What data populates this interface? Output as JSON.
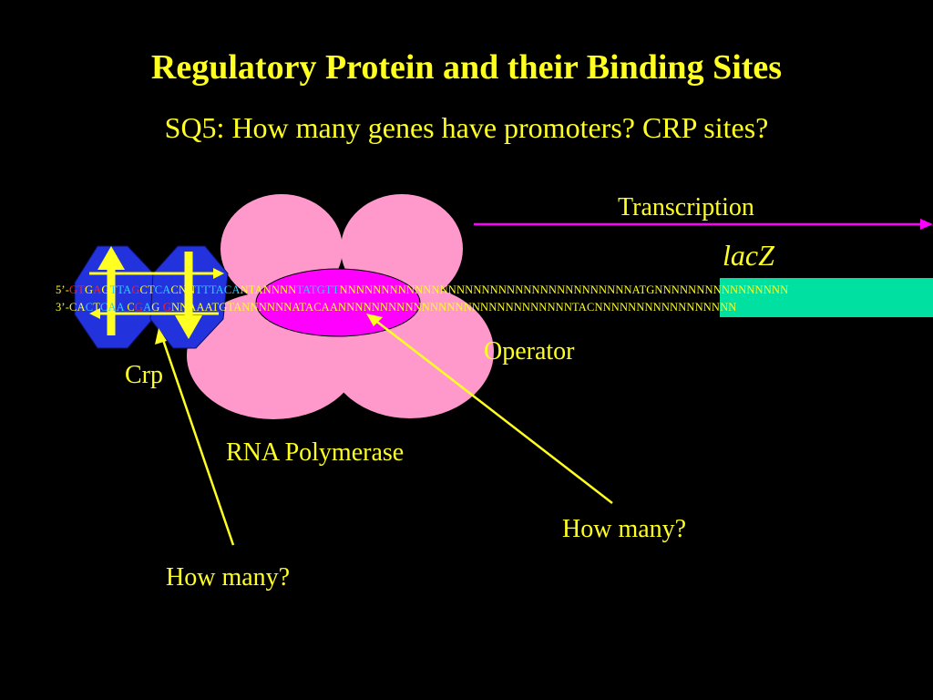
{
  "slide": {
    "title": "Regulatory Protein and their Binding Sites",
    "subtitle": "SQ5: How many genes have promoters? CRP sites?"
  },
  "labels": {
    "transcription": "Transcription",
    "gene": "lacZ",
    "operator": "Operator",
    "crp": "Crp",
    "rna_polymerase": "RNA Polymerase",
    "how_many_right": "How many?",
    "how_many_left": "How many?"
  },
  "dna": {
    "top_strand": [
      {
        "t": "5’-",
        "c": "#ffff22"
      },
      {
        "t": "GT",
        "c": "#ff2020"
      },
      {
        "t": "G",
        "c": "#ffff22"
      },
      {
        "t": "A",
        "c": "#ff2020"
      },
      {
        "t": "G",
        "c": "#ffff22"
      },
      {
        "t": "TTA",
        "c": "#33ccff"
      },
      {
        "t": "G",
        "c": "#ff2020"
      },
      {
        "t": "CT",
        "c": "#ffff22"
      },
      {
        "t": "CA",
        "c": "#33ccff"
      },
      {
        "t": "CNN",
        "c": "#ffff22"
      },
      {
        "t": "TTTACA",
        "c": "#33ccff"
      },
      {
        "t": "NTANNNN",
        "c": "#ffff22"
      },
      {
        "t": "TATGTT",
        "c": "#33ccff"
      },
      {
        "t": "NNNNNNNNNNNNNNNNNNNNNNNNNNNNNNNNNNNATGNNNNNNNNNNNNNNNN",
        "c": "#ffff22"
      }
    ],
    "bottom_strand": [
      {
        "t": "3’-CA",
        "c": "#ffff22"
      },
      {
        "t": "C",
        "c": "#33ccff"
      },
      {
        "t": "T",
        "c": "#ffff22"
      },
      {
        "t": "CAA",
        "c": "#33ccff"
      },
      {
        "t": " C",
        "c": "#ffff22"
      },
      {
        "t": "G",
        "c": "#ff2020"
      },
      {
        "t": "A",
        "c": "#33ccff"
      },
      {
        "t": "G",
        "c": "#ffff22"
      },
      {
        "t": "  ",
        "c": "#ffff22"
      },
      {
        "t": "G",
        "c": "#ff2020"
      },
      {
        "t": "NNAAATGTANNNNNNATACAANNNNNNNNNNNNNNNNNNNNNNNNNNNNTACNNNNNNNNNNNNNNNNN",
        "c": "#ffff22"
      }
    ]
  },
  "colors": {
    "background": "#000000",
    "text_yellow": "#ffff22",
    "pink_polymerase": "#ff99cc",
    "operator_magenta": "#ff00ff",
    "crp_blue": "#2233dd",
    "gene_green": "#00e0a0",
    "transcription_arrow": "#ff00ff"
  },
  "icons": [
    "transcription-arrow",
    "crp-protein-shape",
    "rna-polymerase-shape",
    "operator-repressor-shape"
  ]
}
